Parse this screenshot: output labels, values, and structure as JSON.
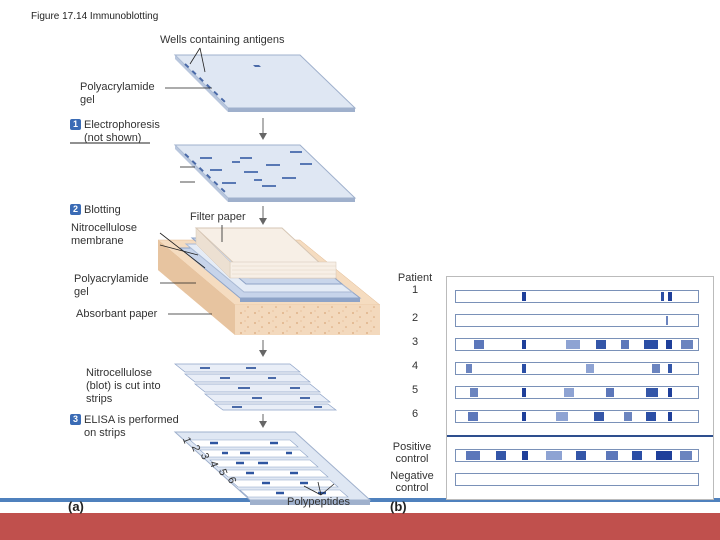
{
  "figure_title": "Figure 17.14 Immunoblotting",
  "panel_a": {
    "label": "(a)",
    "wells_label": "Wells containing antigens",
    "gel_label": "Polyacrylamide\ngel",
    "step1_number": "1",
    "step1_label": "Electrophoresis\n(not shown)",
    "step2_number": "2",
    "step2_label": "Blotting",
    "filter_label": "Filter paper",
    "nitro_label": "Nitrocellulose\nmembrane",
    "gel2_label": "Polyacrylamide\ngel",
    "absorbant_label": "Absorbant paper",
    "cut_label": "Nitrocellulose\n(blot) is cut into\nstrips",
    "step3_number": "3",
    "step3_label": "ELISA is performed\non strips",
    "strip_numbers": [
      "1",
      "2",
      "3",
      "4",
      "5",
      "6"
    ],
    "polypeptides_label": "Polypeptides"
  },
  "panel_b": {
    "label": "(b)",
    "rows": [
      {
        "label": "Patient\n1"
      },
      {
        "label": "2"
      },
      {
        "label": "3"
      },
      {
        "label": "4"
      },
      {
        "label": "5"
      },
      {
        "label": "6"
      },
      {
        "label": "Positive\ncontrol"
      },
      {
        "label": "Negative\ncontrol"
      }
    ]
  },
  "colors": {
    "step_badge": "#3a6bb5",
    "band": "#1f3f9a",
    "footer": "#c0504d",
    "accent_line": "#4f81bd"
  }
}
